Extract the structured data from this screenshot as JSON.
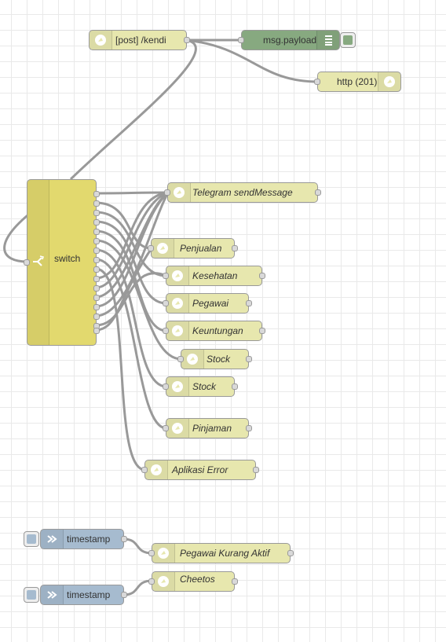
{
  "colors": {
    "function_node": "#e7e7ae",
    "switch_node": "#e2d96e",
    "debug_node": "#87a980",
    "inject_node": "#a6bbcf",
    "wire": "#999999"
  },
  "icons": {
    "function": "globe-icon",
    "switch": "switch-icon",
    "debug": "list-icon",
    "inject": "arrow-in-icon"
  },
  "flow": {
    "http_in": {
      "label": "[post] /kendi"
    },
    "debug": {
      "label": "msg.payload"
    },
    "http_response": {
      "label": "http (201)"
    },
    "switch": {
      "label": "switch"
    },
    "outputs": [
      {
        "label": "Telegram sendMessage"
      },
      {
        "label": "Penjualan"
      },
      {
        "label": "Kesehatan"
      },
      {
        "label": "Pegawai"
      },
      {
        "label": "Keuntungan"
      },
      {
        "label": "Stock"
      },
      {
        "label": "Stock"
      },
      {
        "label": "Pinjaman"
      },
      {
        "label": "Aplikasi Error"
      }
    ],
    "inject_1": {
      "label": "timestamp"
    },
    "inject_2": {
      "label": "timestamp"
    },
    "pegawai_kurang_aktif": {
      "label": "Pegawai Kurang Aktif"
    },
    "cheetos": {
      "label": "Cheetos"
    }
  }
}
